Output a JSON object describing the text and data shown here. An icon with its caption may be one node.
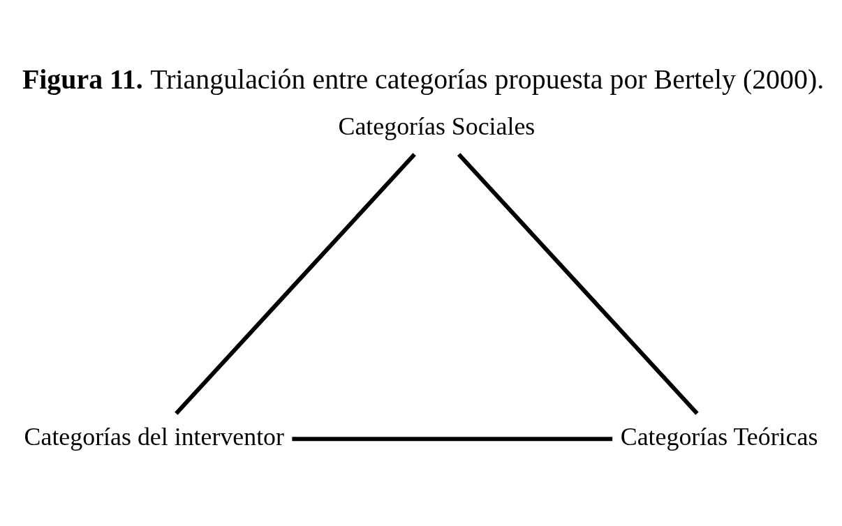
{
  "diagram": {
    "title": "**Figura 11.** Triangulación entre categorías propuesta por Bertely (2000).",
    "nodes": [
      {
        "text": [
          "Categorías Sociales"
        ]
      },
      {
        "text": [
          "Categorías del interventor"
        ]
      },
      {
        "text": [
          "Categorías Teóricas"
        ]
      }
    ],
    "edges": [
      {
        "from": 0,
        "to": 1,
        "arrow": "none"
      },
      {
        "from": 0,
        "to": 2,
        "arrow": "none"
      },
      {
        "from": 1,
        "to": 2,
        "arrow": "none"
      }
    ]
  }
}
